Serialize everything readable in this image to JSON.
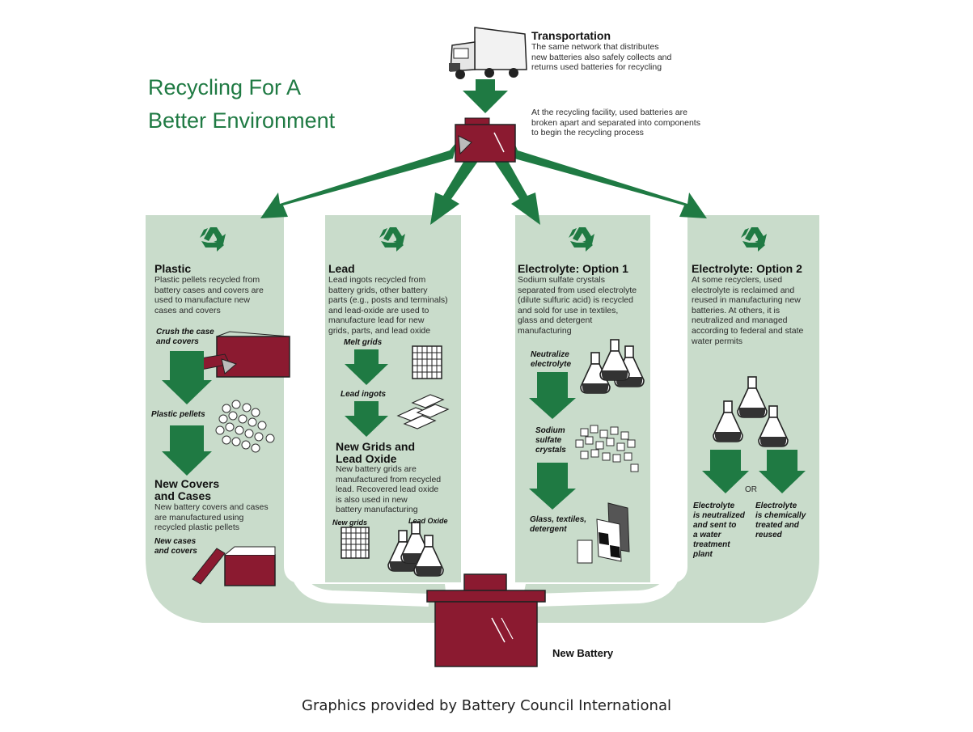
{
  "title": {
    "line1": "Recycling For A",
    "line2": "Better Environment"
  },
  "transportation": {
    "heading": "Transportation",
    "lines": [
      "The same network that distributes",
      "new batteries also safely collects and",
      "returns used batteries for recycling"
    ]
  },
  "facility": {
    "lines": [
      "At the recycling facility, used batteries are",
      "broken apart and separated into components",
      "to begin the recycling process"
    ]
  },
  "plastic": {
    "heading": "Plastic",
    "lines": [
      "Plastic pellets recycled from",
      "battery cases and covers are",
      "used to manufacture new",
      "cases and covers"
    ],
    "step1": [
      "Crush the case",
      "and covers"
    ],
    "step2": "Plastic pellets",
    "result_heading": [
      "New Covers",
      "and Cases"
    ],
    "result_lines": [
      "New battery covers and cases",
      "are manufactured using",
      "recycled plastic pellets"
    ],
    "step3": [
      "New cases",
      "and covers"
    ]
  },
  "lead": {
    "heading": "Lead",
    "lines": [
      "Lead ingots recycled from",
      "battery grids, other battery",
      "parts (e.g., posts and terminals)",
      "and lead-oxide are used to",
      "manufacture lead for new",
      "grids, parts, and lead oxide"
    ],
    "step1": "Melt grids",
    "step2": "Lead ingots",
    "result_heading": [
      "New Grids and",
      "Lead Oxide"
    ],
    "result_lines": [
      "New battery grids are",
      "manufactured from recycled",
      "lead.  Recovered lead oxide",
      "is also used in new",
      "battery manufacturing"
    ],
    "label_grids": "New grids",
    "label_oxide": "Lead Oxide"
  },
  "electrolyte1": {
    "heading": "Electrolyte: Option 1",
    "lines": [
      "Sodium sulfate crystals",
      "separated from used electrolyte",
      "(dilute sulfuric acid) is recycled",
      "and sold for use in textiles,",
      "glass and detergent",
      "manufacturing"
    ],
    "step1": [
      "Neutralize",
      "electrolyte"
    ],
    "step2": [
      "Sodium",
      "sulfate",
      "crystals"
    ],
    "step3": [
      "Glass, textiles,",
      "detergent"
    ]
  },
  "electrolyte2": {
    "heading": "Electrolyte: Option 2",
    "lines": [
      "At some recyclers, used",
      "electrolyte is reclaimed and",
      "reused in manufacturing new",
      "batteries.  At others, it is",
      "neutralized and managed",
      "according to federal and state",
      "water permits"
    ],
    "or": "OR",
    "outcome_a": [
      "Electrolyte",
      "is neutralized",
      "and sent to",
      "a water",
      "treatment",
      "plant"
    ],
    "outcome_b": [
      "Electrolyte",
      "is chemically",
      "treated and",
      "reused"
    ]
  },
  "new_battery": "New Battery",
  "credit": "Graphics provided by Battery Council International",
  "colors": {
    "panel": "#c9dccb",
    "arrow": "#1f7a43",
    "battery": "#8b1a30",
    "title": "#1f7a43"
  },
  "icons": [
    "recycle-icon",
    "truck-icon",
    "battery-icon",
    "flask-icon",
    "grid-icon",
    "pellets-icon",
    "ingots-icon",
    "crystals-icon",
    "detergent-box-icon"
  ]
}
